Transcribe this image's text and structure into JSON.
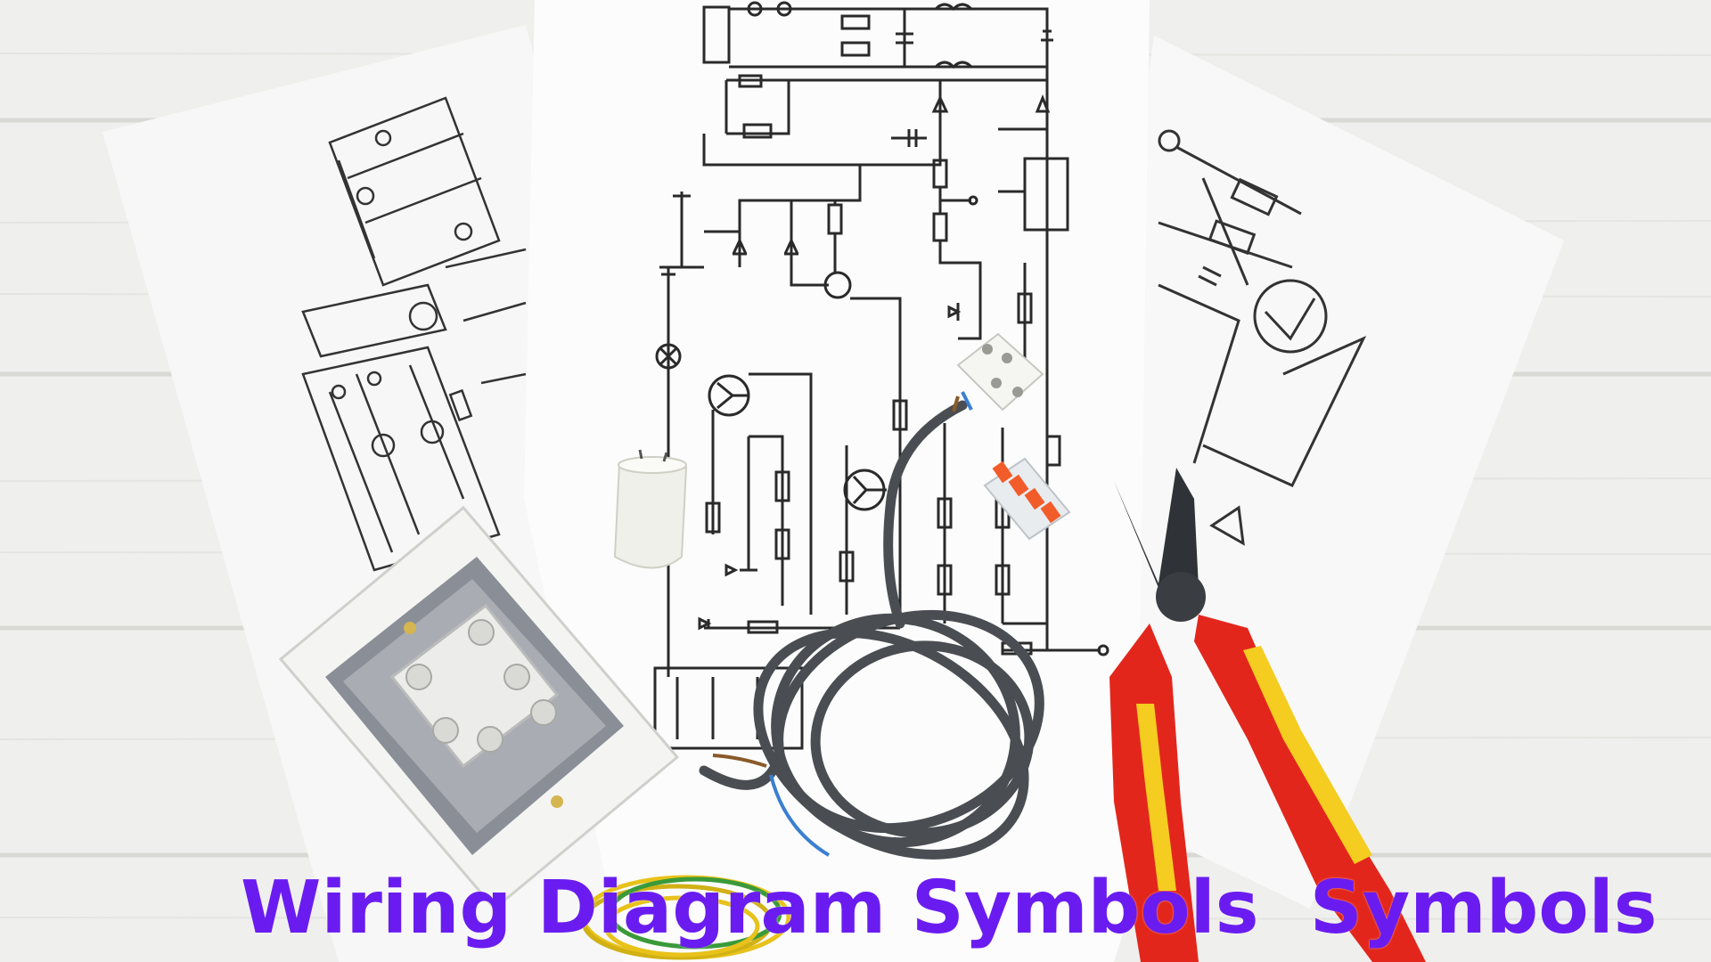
{
  "banner": {
    "text": "Wiring Diagram Symbols  Symbols"
  },
  "colors": {
    "banner_text": "#6a1cf0",
    "wood": "#eeeeec",
    "paper": "#fbfbfb",
    "ink": "#2a2a2a",
    "cable": "#4a4d52",
    "plier_red": "#e3261c",
    "plier_yellow": "#f5cc20",
    "connector_orange": "#f25c2a"
  },
  "icons": [
    "wiring-diagram-sheet-left",
    "wiring-diagram-sheet-center",
    "wiring-diagram-sheet-right",
    "wall-switch",
    "capacitor",
    "terminal-block",
    "lever-connector",
    "coiled-cable",
    "pliers",
    "yellow-wire-coil"
  ]
}
